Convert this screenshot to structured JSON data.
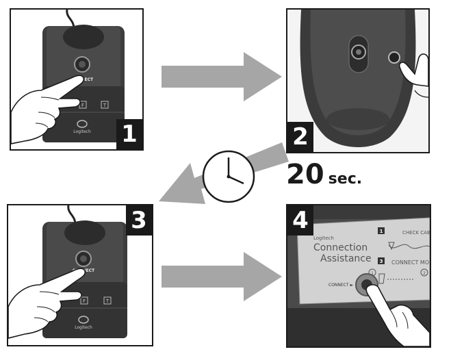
{
  "steps": [
    {
      "number": "1",
      "button_label": "CONNECT",
      "brand": "Logitech",
      "key_glyphs": [
        "F",
        "T"
      ]
    },
    {
      "number": "2"
    },
    {
      "number": "3",
      "button_label": "CONNECT",
      "brand": "Logitech",
      "key_glyphs": [
        "F",
        "T"
      ]
    },
    {
      "number": "4",
      "brand": "Logitech",
      "title_line1": "Connection",
      "title_line2": "Assistance",
      "connect_label": "CONNECT ►",
      "step1_marker": "1",
      "check_text": "CHECK CAB",
      "step3_marker": "3",
      "connect_mo_text": "CONNECT MO",
      "sub1": "1",
      "sub2": "2"
    }
  ],
  "timer": {
    "value": "20",
    "unit": "sec."
  },
  "icons": [
    "clock-icon",
    "arrow-right-icon",
    "arrow-diagonal-icon",
    "hand-pointer-icon",
    "logitech-logo-icon"
  ],
  "colors": {
    "device_dark": "#3a3a3a",
    "device_mid": "#555555",
    "arrow_gray": "#a6a6a6",
    "badge_bg": "#1a1a1a"
  }
}
